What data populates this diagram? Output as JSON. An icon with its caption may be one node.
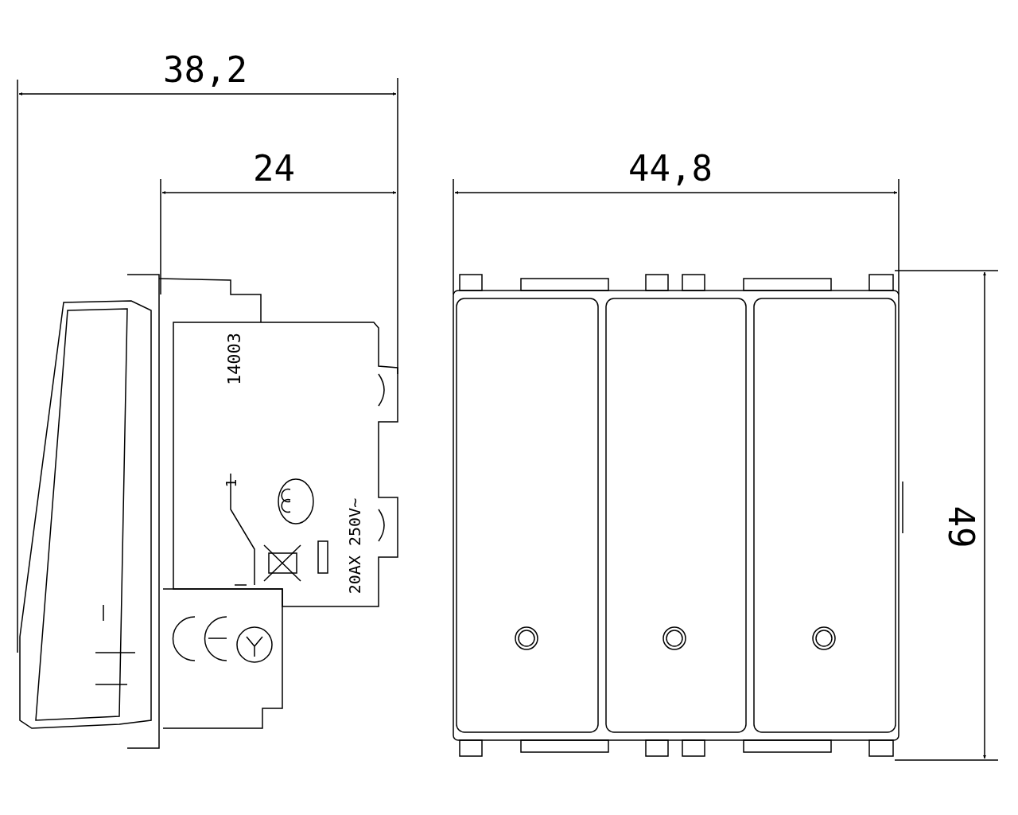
{
  "diagram": {
    "labels": [
      "38,2",
      "24",
      "44,8",
      "49",
      "14003",
      "1",
      "20AX 250V~"
    ]
  }
}
